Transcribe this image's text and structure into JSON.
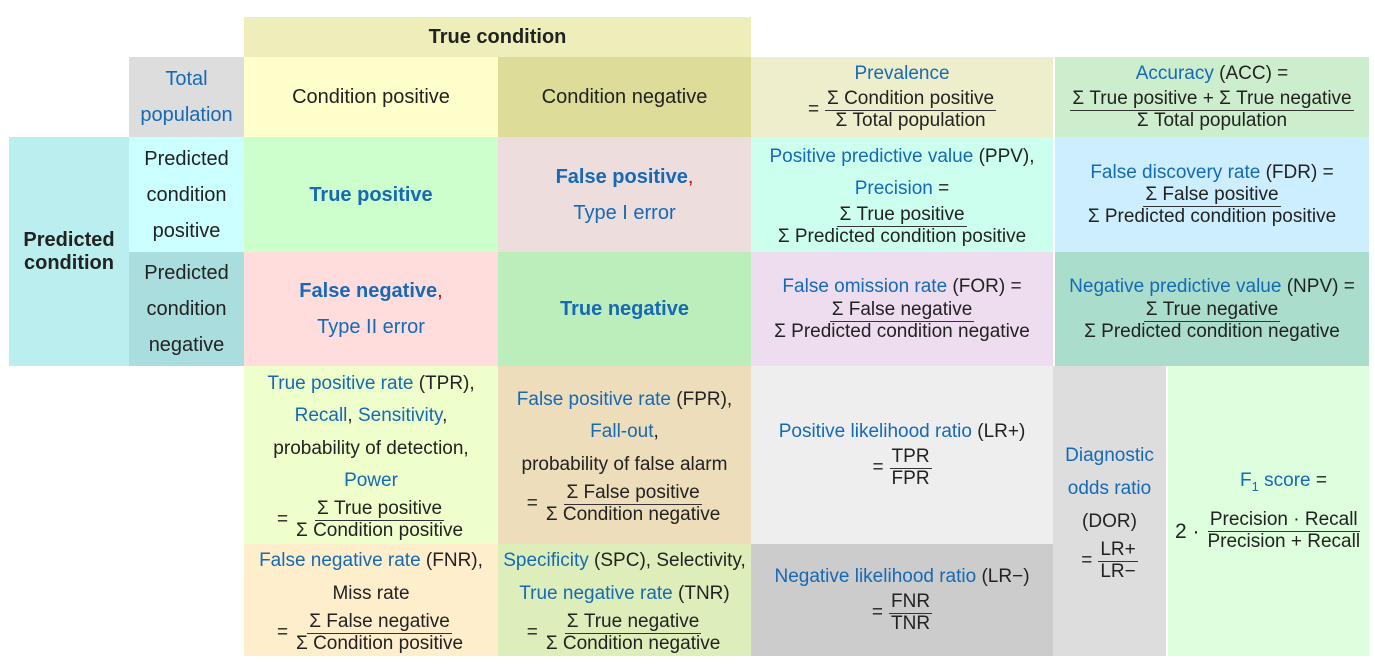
{
  "header": {
    "true_condition": "True condition",
    "predicted_condition": "Predicted\ncondition",
    "total_population": "Total\npopulation",
    "condition_positive": "Condition positive",
    "condition_negative": "Condition negative",
    "predicted_condition_positive": "Predicted\ncondition\npositive",
    "predicted_condition_negative": "Predicted\ncondition\nnegative"
  },
  "matrix": {
    "true_positive": "True positive",
    "false_positive": "False positive",
    "type1": "Type I error",
    "false_negative": "False negative",
    "type2": "Type II error",
    "true_negative": "True negative",
    "comma": ","
  },
  "metrics": {
    "prevalence": {
      "name": "Prevalence",
      "eq": "=",
      "num": "Σ Condition positive",
      "den": "Σ Total population"
    },
    "accuracy": {
      "name": "Accuracy",
      "abbr": " (ACC) =",
      "num": "Σ True positive + Σ True negative",
      "den": "Σ Total population"
    },
    "ppv": {
      "name": "Positive predictive value",
      "abbr": " (PPV),",
      "name2": "Precision",
      "abbr2": " =",
      "num": "Σ True positive",
      "den": "Σ Predicted condition positive"
    },
    "fdr": {
      "name": "False discovery rate",
      "abbr": " (FDR) =",
      "num": "Σ False positive",
      "den": "Σ Predicted condition positive"
    },
    "for": {
      "name": "False omission rate",
      "abbr": " (FOR) =",
      "num": "Σ False negative",
      "den": "Σ Predicted condition negative"
    },
    "npv": {
      "name": "Negative predictive value",
      "abbr": " (NPV) =",
      "num": "Σ True negative",
      "den": "Σ Predicted condition negative"
    },
    "tpr": {
      "name": "True positive rate",
      "abbr": " (TPR),",
      "recall": "Recall",
      "comma": ",",
      "sensitivity": "Sensitivity",
      "comma2": ",",
      "line3": "probability of detection,",
      "power": "Power",
      "eq": "=",
      "num": "Σ True positive",
      "den": "Σ Condition positive"
    },
    "fpr": {
      "name": "False positive rate",
      "abbr": " (FPR),",
      "fallout": "Fall-out",
      "comma": ",",
      "line3": "probability of false alarm",
      "eq": "=",
      "num": "Σ False positive",
      "den": "Σ Condition negative"
    },
    "lrplus": {
      "name": "Positive likelihood ratio",
      "abbr": " (LR+)",
      "eq": "=",
      "num": "TPR",
      "den": "FPR"
    },
    "dor": {
      "line1": "Diagnostic",
      "line2": "odds ratio",
      "abbr": "(DOR)",
      "eq": "=",
      "num": "LR+",
      "den": "LR−"
    },
    "f1": {
      "name": "F",
      "sub": "1",
      "name_rest": " score",
      "eq": " =",
      "factor": "2 ·",
      "num": "Precision · Recall",
      "den": "Precision + Recall"
    },
    "fnr": {
      "name": "False negative rate",
      "abbr": " (FNR),",
      "line2": "Miss rate",
      "eq": "=",
      "num": "Σ False negative",
      "den": "Σ Condition positive"
    },
    "spc": {
      "name": "Specificity",
      "abbr": " (SPC), Selectivity,",
      "name2": "True negative rate",
      "abbr2": " (TNR)",
      "eq": "=",
      "num": "Σ True negative",
      "den": "Σ Condition negative"
    },
    "lrminus": {
      "name": "Negative likelihood ratio",
      "abbr": " (LR−)",
      "eq": "=",
      "num": "FNR",
      "den": "TNR"
    }
  },
  "colors": {
    "true_condition": "#eeeebb",
    "total_population": "#dddddd",
    "condition_positive": "#ffffcc",
    "condition_negative": "#dddd99",
    "predicted_condition": "#bbeeee",
    "pred_positive": "#ccffff",
    "pred_negative": "#aadddd",
    "true_positive": "#ccffcc",
    "false_positive": "#eedddd",
    "false_negative": "#ffdddd",
    "true_negative": "#bbeebb",
    "prevalence": "#eeeecc",
    "accuracy": "#cceecc",
    "ppv": "#ccffee",
    "fdr": "#cceeff",
    "for": "#eeddee",
    "npv": "#aaddcc",
    "tpr": "#eeffcc",
    "fpr": "#eeddbb",
    "lrplus": "#eeeeee",
    "dor": "#dddddd",
    "f1": "#ddffdd",
    "fnr": "#ffeecc",
    "spc": "#ddeebb",
    "lrminus": "#cccccc",
    "link": "#1569b6"
  }
}
